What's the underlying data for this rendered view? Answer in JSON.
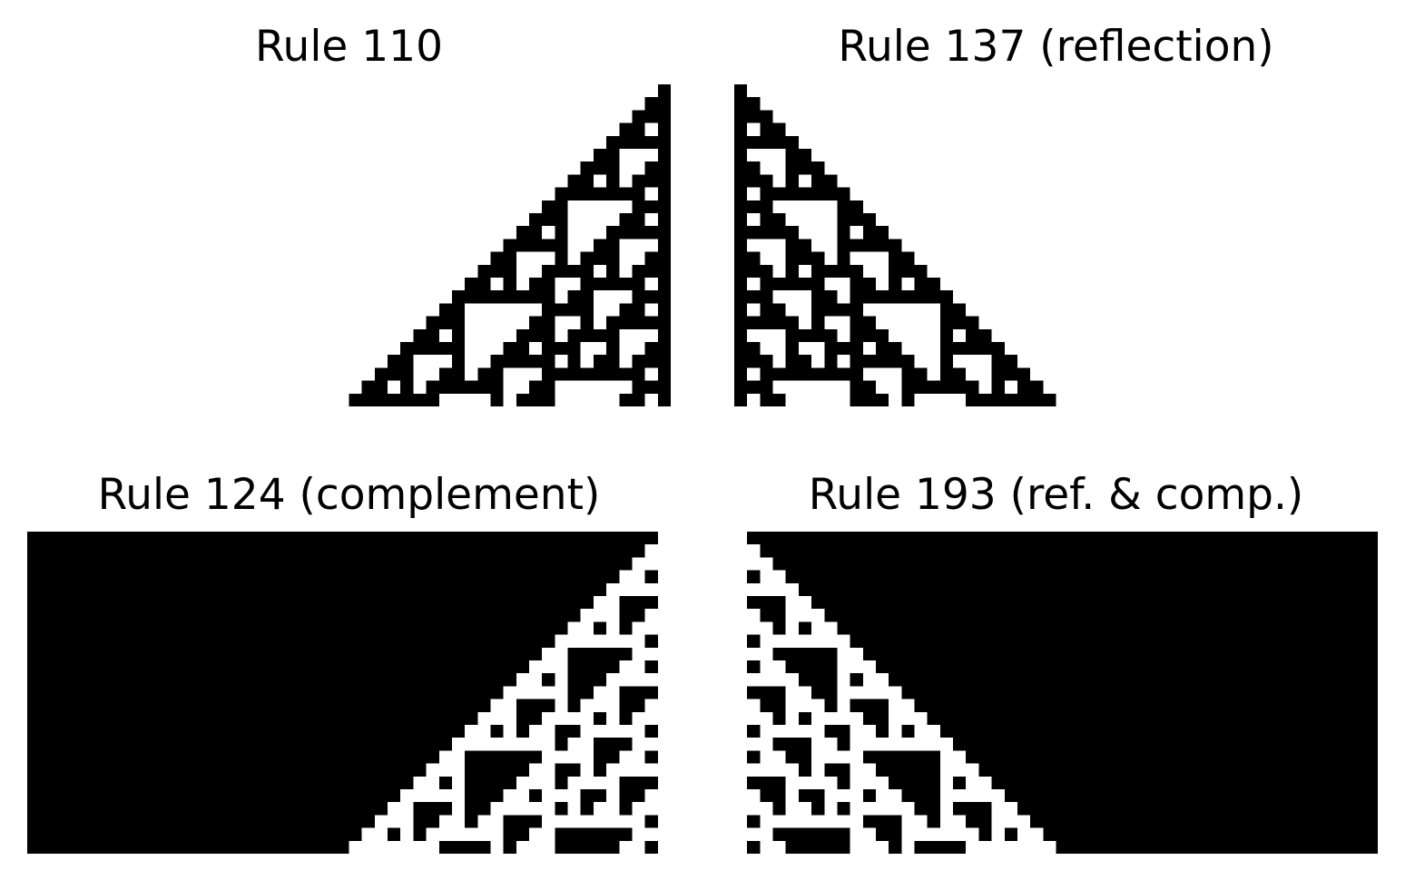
{
  "panels": [
    {
      "title": "Rule 110",
      "rule": 110,
      "variant": "original"
    },
    {
      "title": "Rule 137 (reflection)",
      "rule": 137,
      "variant": "reflection"
    },
    {
      "title": "Rule 124 (complement)",
      "rule": 124,
      "variant": "complement"
    },
    {
      "title": "Rule 193 (ref. & comp.)",
      "rule": 193,
      "variant": "reflection-complement"
    }
  ],
  "automaton": {
    "base_rule": 110,
    "width": 50,
    "steps": 25,
    "initial": "single live cell",
    "colors": {
      "on": "#000000",
      "off": "#ffffff"
    }
  }
}
